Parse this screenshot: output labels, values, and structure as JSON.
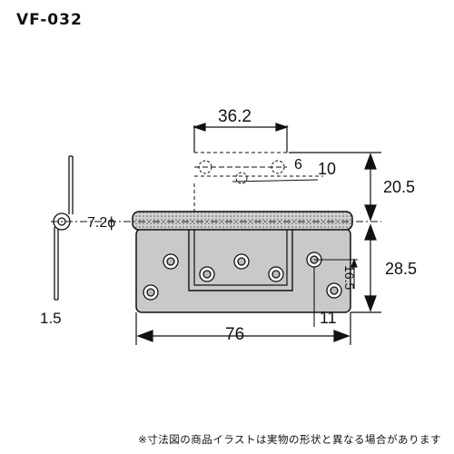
{
  "model_number": "VF-032",
  "dimensions": {
    "hole_spacing": "36.2",
    "offset_small": "6",
    "offset_slot": "10",
    "upper_height": "20.5",
    "knuckle_diameter": "7.2ϕ",
    "lower_height": "28.5",
    "side_hole_vertical": "16.5",
    "edge_offset": "11",
    "total_width": "76",
    "plate_thickness": "1.5"
  },
  "colors": {
    "plate_fill": "#c9c9c9",
    "line": "#111111"
  },
  "disclaimer": "※寸法図の商品イラストは実物の形状と異なる場合があります"
}
